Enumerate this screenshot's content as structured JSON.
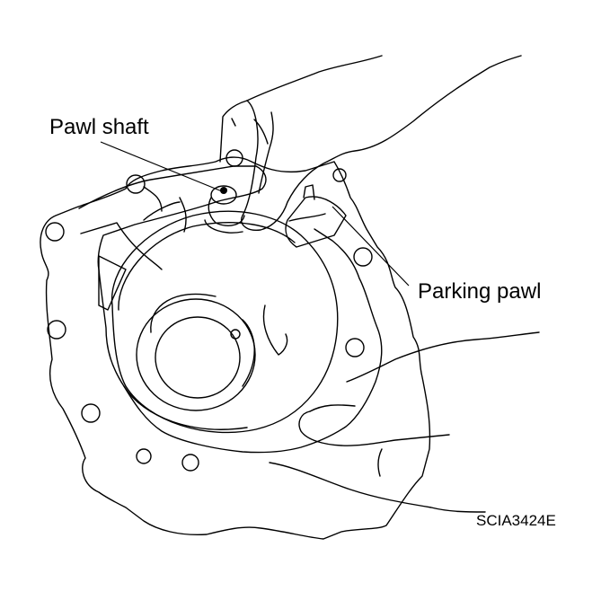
{
  "figure": {
    "type": "technical-illustration",
    "subject": "transmission case with parking pawl being installed by hand",
    "labels": {
      "pawl_shaft": "Pawl shaft",
      "parking_pawl": "Parking pawl"
    },
    "figure_code": "SCIA3424E",
    "colors": {
      "line": "#000000",
      "background": "#ffffff"
    }
  }
}
